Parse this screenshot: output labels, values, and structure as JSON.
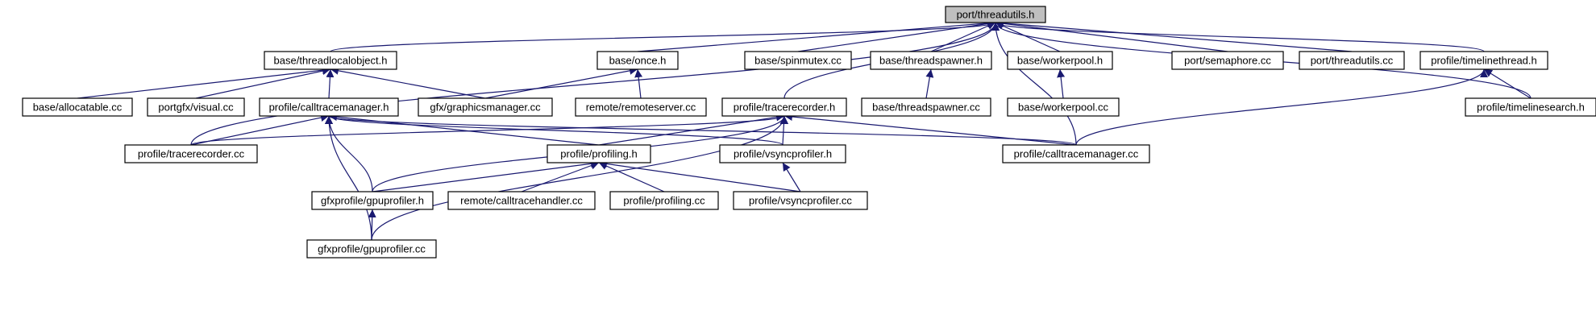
{
  "colors": {
    "edge": "#191970",
    "root_fill": "#bfbfbf",
    "node_fill": "#ffffff",
    "node_border": "#000000"
  },
  "nodes": {
    "root": "port/threadutils.h",
    "threadlocalobject_h": "base/threadlocalobject.h",
    "once_h": "base/once.h",
    "spinmutex_cc": "base/spinmutex.cc",
    "threadspawner_h": "base/threadspawner.h",
    "workerpool_h": "base/workerpool.h",
    "semaphore_cc": "port/semaphore.cc",
    "threadutils_cc": "port/threadutils.cc",
    "timelinethread_h": "profile/timelinethread.h",
    "allocatable_cc": "base/allocatable.cc",
    "visual_cc": "portgfx/visual.cc",
    "calltracemanager_h": "profile/calltracemanager.h",
    "graphicsmanager_cc": "gfx/graphicsmanager.cc",
    "remoteserver_cc": "remote/remoteserver.cc",
    "tracerecorder_h": "profile/tracerecorder.h",
    "threadspawner_cc": "base/threadspawner.cc",
    "workerpool_cc": "base/workerpool.cc",
    "timelinesearch_h": "profile/timelinesearch.h",
    "tracerecorder_cc": "profile/tracerecorder.cc",
    "profiling_h": "profile/profiling.h",
    "vsyncprofiler_h": "profile/vsyncprofiler.h",
    "calltracemanager_cc": "profile/calltracemanager.cc",
    "gpuprofiler_h": "gfxprofile/gpuprofiler.h",
    "calltracehandler_cc": "remote/calltracehandler.cc",
    "profiling_cc": "profile/profiling.cc",
    "vsyncprofiler_cc": "profile/vsyncprofiler.cc",
    "gpuprofiler_cc": "gfxprofile/gpuprofiler.cc"
  },
  "edges": [
    [
      "threadlocalobject_h",
      "root"
    ],
    [
      "once_h",
      "root"
    ],
    [
      "spinmutex_cc",
      "root"
    ],
    [
      "threadspawner_h",
      "root"
    ],
    [
      "workerpool_h",
      "root"
    ],
    [
      "semaphore_cc",
      "root"
    ],
    [
      "threadutils_cc",
      "root"
    ],
    [
      "timelinethread_h",
      "root"
    ],
    [
      "tracerecorder_h",
      "root"
    ],
    [
      "tracerecorder_cc",
      "root"
    ],
    [
      "calltracemanager_cc",
      "root"
    ],
    [
      "timelinesearch_h",
      "root"
    ],
    [
      "allocatable_cc",
      "threadlocalobject_h"
    ],
    [
      "visual_cc",
      "threadlocalobject_h"
    ],
    [
      "calltracemanager_h",
      "threadlocalobject_h"
    ],
    [
      "graphicsmanager_cc",
      "threadlocalobject_h"
    ],
    [
      "graphicsmanager_cc",
      "once_h"
    ],
    [
      "remoteserver_cc",
      "once_h"
    ],
    [
      "threadspawner_cc",
      "threadspawner_h"
    ],
    [
      "workerpool_cc",
      "workerpool_h"
    ],
    [
      "timelinesearch_h",
      "timelinethread_h"
    ],
    [
      "calltracemanager_cc",
      "timelinethread_h"
    ],
    [
      "tracerecorder_cc",
      "calltracemanager_h"
    ],
    [
      "profiling_h",
      "calltracemanager_h"
    ],
    [
      "vsyncprofiler_h",
      "calltracemanager_h"
    ],
    [
      "calltracemanager_cc",
      "calltracemanager_h"
    ],
    [
      "gpuprofiler_h",
      "calltracemanager_h"
    ],
    [
      "gpuprofiler_cc",
      "calltracemanager_h"
    ],
    [
      "tracerecorder_cc",
      "tracerecorder_h"
    ],
    [
      "profiling_h",
      "tracerecorder_h"
    ],
    [
      "vsyncprofiler_h",
      "tracerecorder_h"
    ],
    [
      "calltracemanager_cc",
      "tracerecorder_h"
    ],
    [
      "gpuprofiler_h",
      "tracerecorder_h"
    ],
    [
      "gpuprofiler_cc",
      "tracerecorder_h"
    ],
    [
      "gpuprofiler_h",
      "profiling_h"
    ],
    [
      "calltracehandler_cc",
      "profiling_h"
    ],
    [
      "profiling_cc",
      "profiling_h"
    ],
    [
      "vsyncprofiler_cc",
      "profiling_h"
    ],
    [
      "vsyncprofiler_cc",
      "vsyncprofiler_h"
    ],
    [
      "gpuprofiler_cc",
      "gpuprofiler_h"
    ]
  ]
}
